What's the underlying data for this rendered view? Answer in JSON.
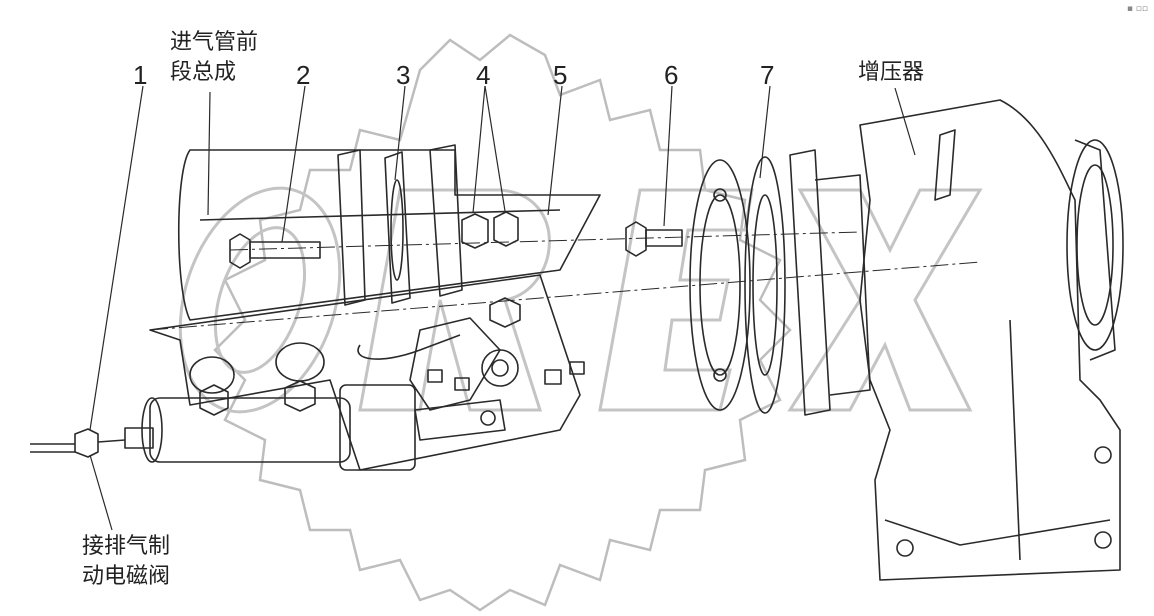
{
  "callouts": {
    "c1": "1",
    "c2": "2",
    "c3": "3",
    "c4": "4",
    "c5": "5",
    "c6": "6",
    "c7": "7"
  },
  "labels": {
    "intake_line1": "进气管前",
    "intake_line2": "段总成",
    "turbo": "增压器",
    "solenoid_line1": "接排气制",
    "solenoid_line2": "动电磁阀"
  },
  "watermark": "OREX",
  "corner_mark": "▪︎ ▫︎▫︎",
  "colors": {
    "line": "#2a2a2a",
    "watermark": "#bdbdbd",
    "background": "#ffffff"
  }
}
